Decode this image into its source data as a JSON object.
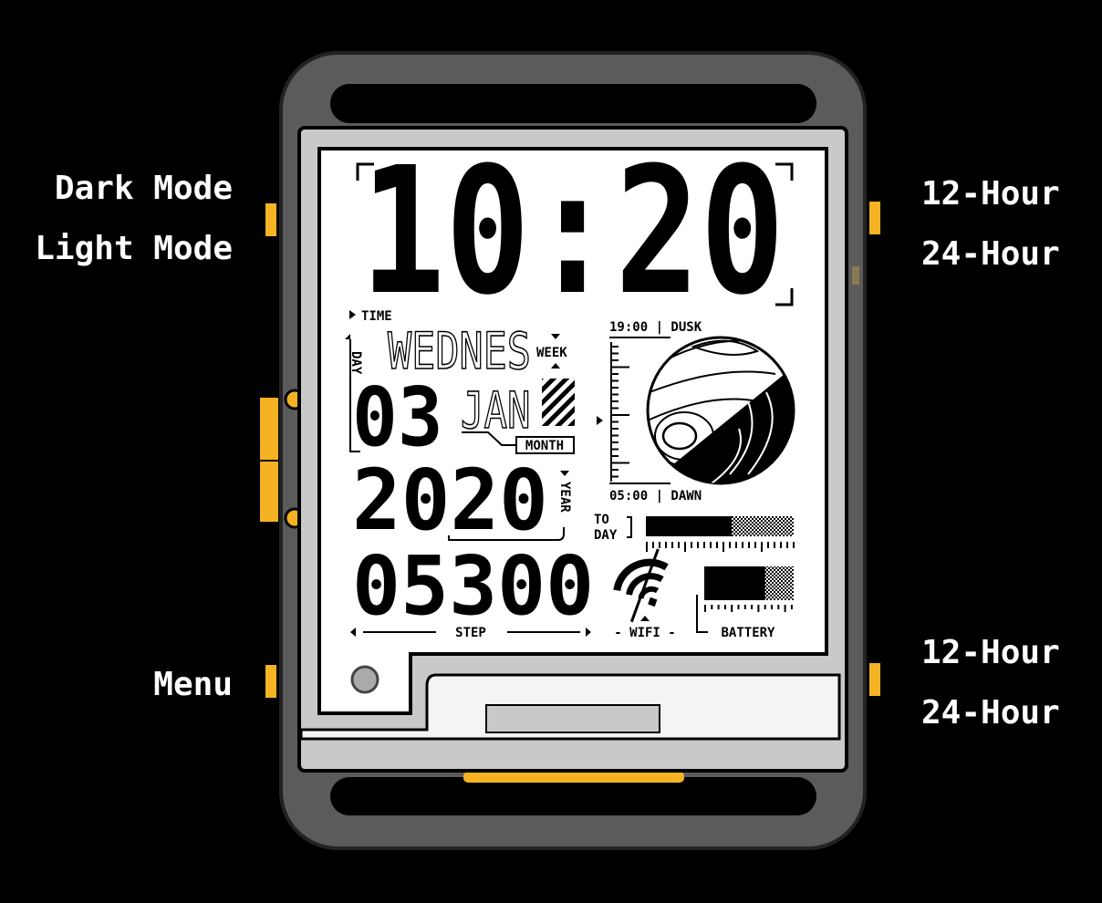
{
  "side_labels": {
    "left_top": "Dark Mode",
    "left_second": "Light Mode",
    "left_bottom": "Menu",
    "right_top_a": "12-Hour",
    "right_top_b": "24-Hour",
    "right_bottom_a": "12-Hour",
    "right_bottom_b": "24-Hour"
  },
  "watch": {
    "time": "10:20",
    "time_label": "TIME",
    "weekday": "WEDNES",
    "week_label": "WEEK",
    "day_label": "DAY",
    "day": "03",
    "month": "JAN",
    "month_label": "MONTH",
    "year": "2020",
    "year_label": "YEAR",
    "steps": "05300",
    "step_label": "STEP",
    "dusk": "19:00 | DUSK",
    "dawn": "05:00 | DAWN",
    "today_label_1": "TO",
    "today_label_2": "DAY",
    "today_progress": 0.58,
    "wifi_label": "- WIFI -",
    "battery_label": "BATTERY",
    "battery_level": 0.68
  },
  "colors": {
    "accent": "#f5b324",
    "body": "#5b5b5b",
    "frame": "#c9c9c9",
    "screen": "#ffffff"
  },
  "icons": [
    "planet-icon",
    "wifi-icon",
    "battery-icon",
    "menu-button-icon"
  ]
}
